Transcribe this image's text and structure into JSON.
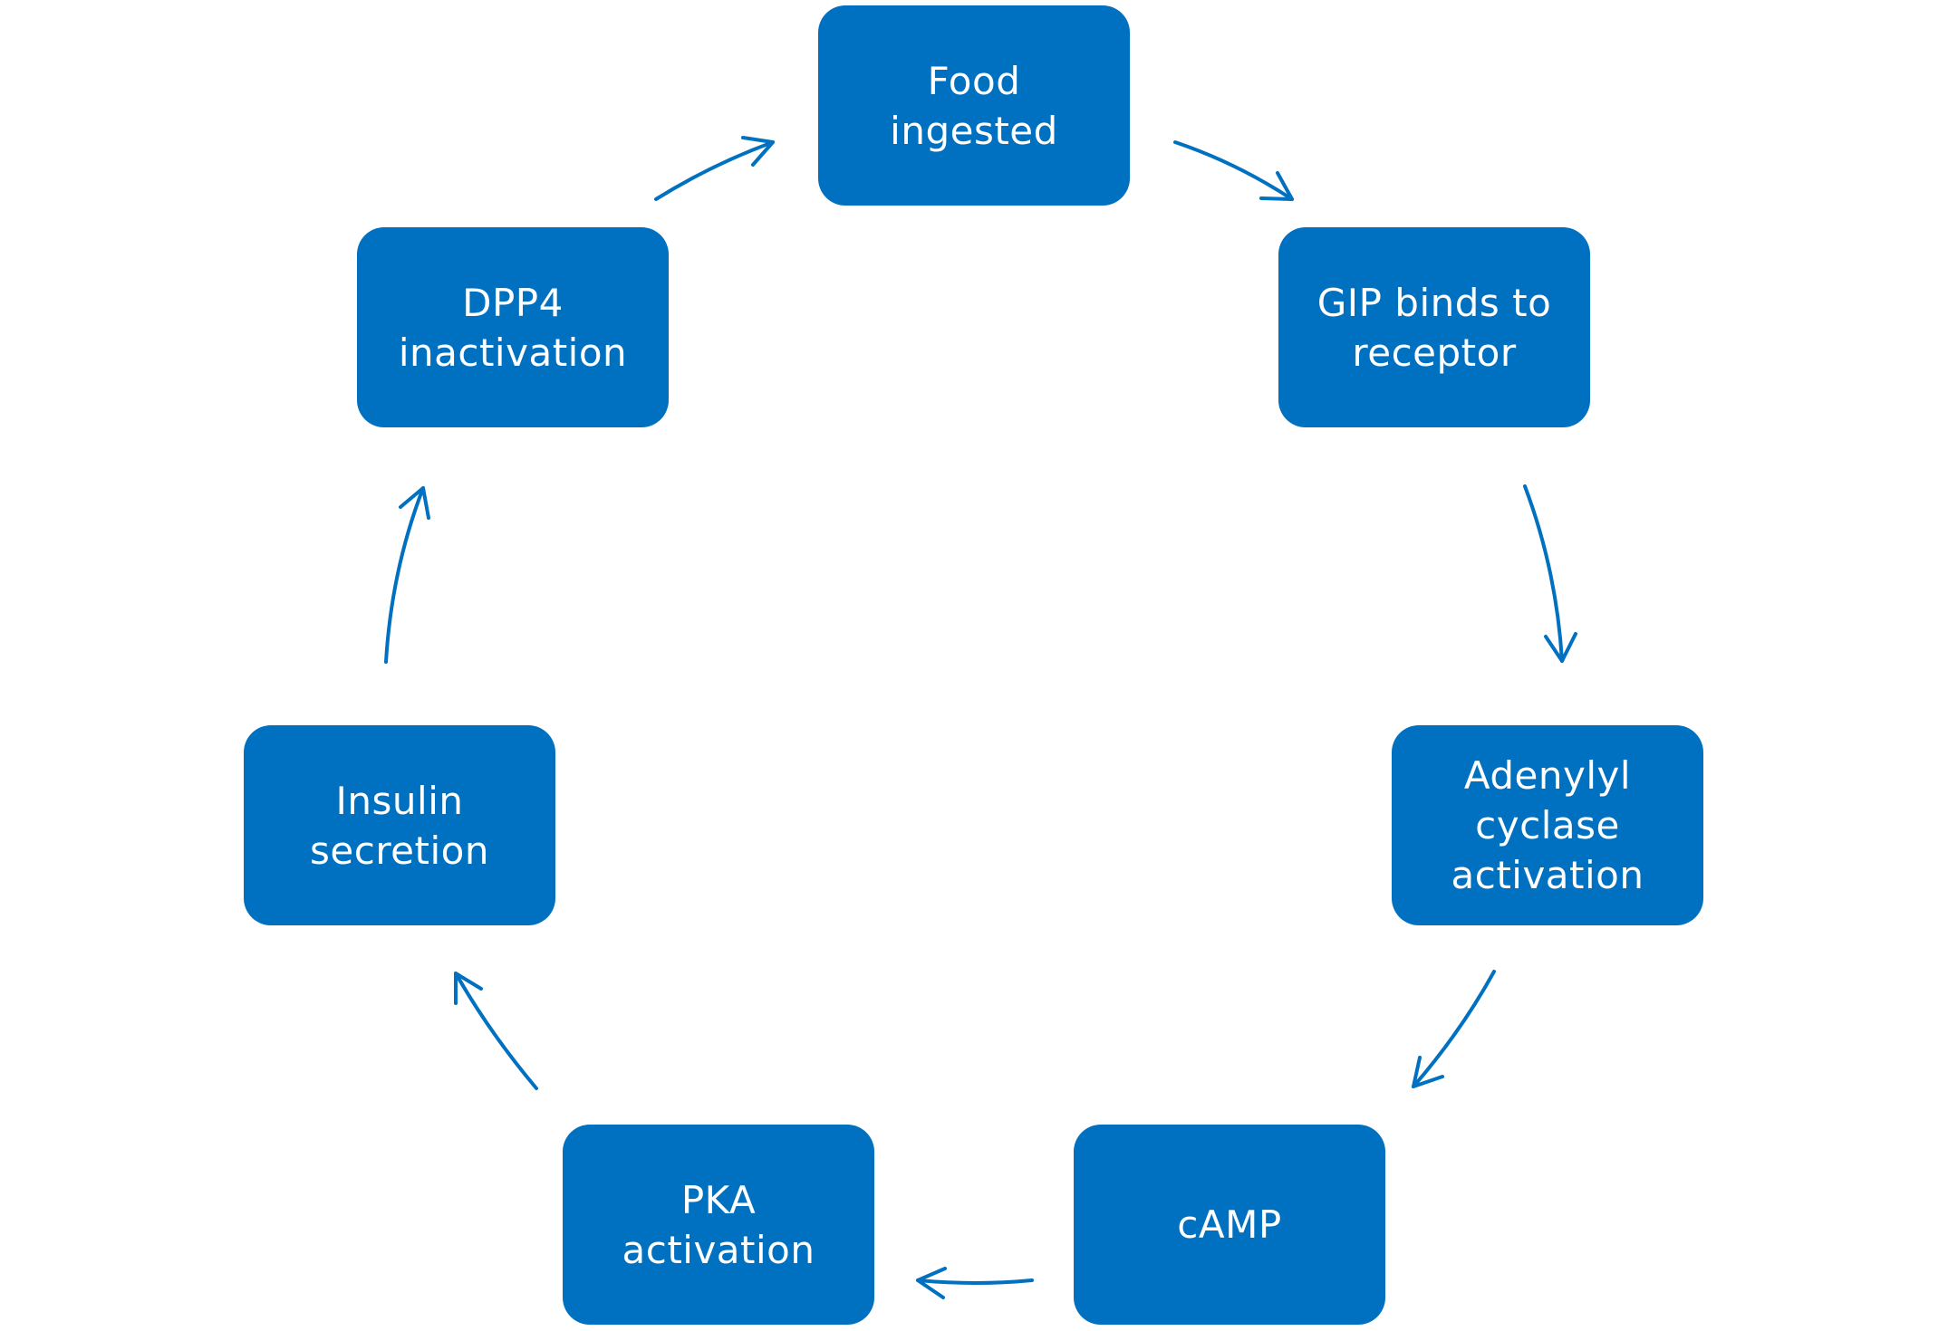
{
  "diagram": {
    "type": "cycle",
    "accent_color": "#0070C0",
    "text_color": "#FFFFFF",
    "background_color": "#FFFFFF",
    "nodes": [
      {
        "id": "food",
        "lines": [
          "Food",
          "ingested"
        ]
      },
      {
        "id": "gip",
        "lines": [
          "GIP binds to",
          "receptor"
        ]
      },
      {
        "id": "adenylyl",
        "lines": [
          "Adenylyl",
          "cyclase",
          "activation"
        ]
      },
      {
        "id": "camp",
        "lines": [
          "cAMP"
        ]
      },
      {
        "id": "pka",
        "lines": [
          "PKA",
          "activation"
        ]
      },
      {
        "id": "insulin",
        "lines": [
          "Insulin",
          "secretion"
        ]
      },
      {
        "id": "dpp4",
        "lines": [
          "DPP4",
          "inactivation"
        ]
      }
    ],
    "edges": [
      {
        "from": "food",
        "to": "gip"
      },
      {
        "from": "gip",
        "to": "adenylyl"
      },
      {
        "from": "adenylyl",
        "to": "camp"
      },
      {
        "from": "camp",
        "to": "pka"
      },
      {
        "from": "pka",
        "to": "insulin"
      },
      {
        "from": "insulin",
        "to": "dpp4"
      },
      {
        "from": "dpp4",
        "to": "food"
      }
    ]
  }
}
